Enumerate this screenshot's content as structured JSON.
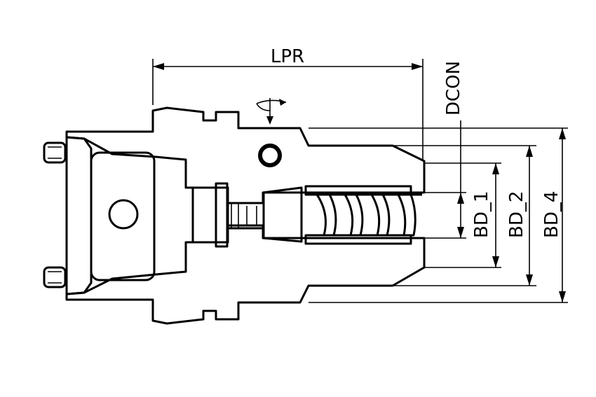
{
  "labels": {
    "lpr": "LPR",
    "dcon": "DCON",
    "bd1": "BD_1",
    "bd2": "BD_2",
    "bd4": "BD_4"
  },
  "colors": {
    "ink": "#000000",
    "background": "#ffffff"
  },
  "icons": {
    "rotation": "rotation-direction-icon"
  }
}
